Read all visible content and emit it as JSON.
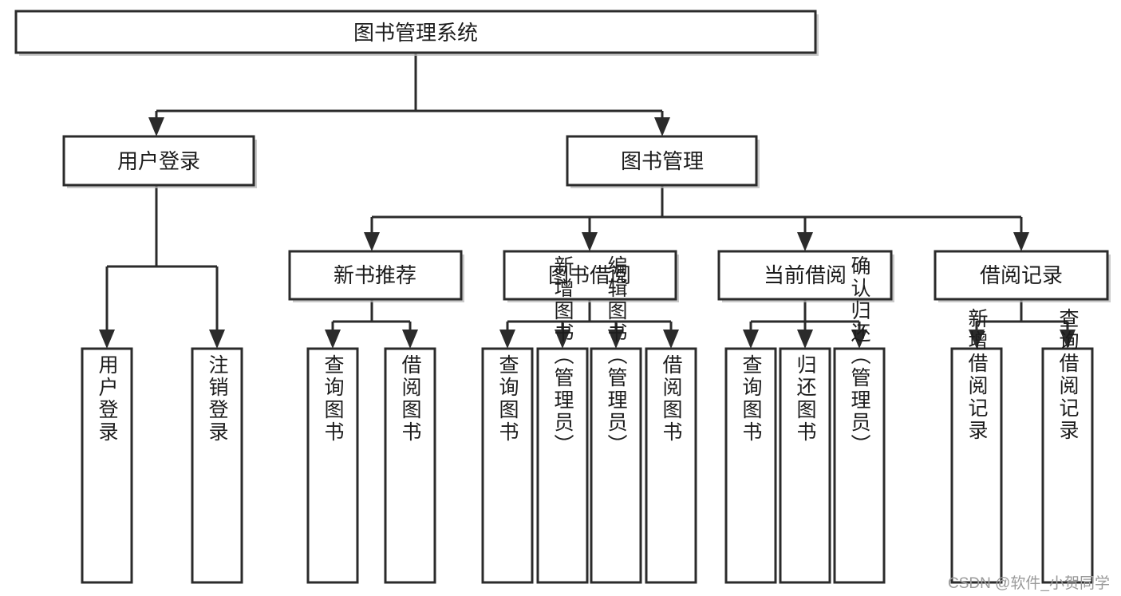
{
  "diagram": {
    "type": "tree-hierarchy",
    "title": "图书管理系统",
    "watermark": "CSDN @软件_小贺同学",
    "colors": {
      "background": "#ffffff",
      "box_fill": "#ffffff",
      "box_stroke": "#2b2b2b",
      "connector": "#2b2b2b",
      "text": "#1c1c1c",
      "shadow": "#b8b8b8",
      "watermark_text": "#9a9a9a"
    },
    "root": {
      "label": "图书管理系统"
    },
    "level1": [
      {
        "label": "用户登录"
      },
      {
        "label": "图书管理"
      }
    ],
    "level2": [
      {
        "label": "新书推荐"
      },
      {
        "label": "图书借阅"
      },
      {
        "label": "当前借阅"
      },
      {
        "label": "借阅记录"
      }
    ],
    "leaves": {
      "user_login": [
        {
          "label": "用户登录"
        },
        {
          "label": "注销登录"
        }
      ],
      "new_book_recommend": [
        {
          "label": "查询图书"
        },
        {
          "label": "借阅图书"
        }
      ],
      "book_borrow": [
        {
          "label": "查询图书"
        },
        {
          "label": "新增图书（管理员）"
        },
        {
          "label": "编辑图书（管理员）"
        },
        {
          "label": "借阅图书"
        }
      ],
      "current_borrow": [
        {
          "label": "查询图书"
        },
        {
          "label": "归还图书"
        },
        {
          "label": "确认归还（管理员）"
        }
      ],
      "borrow_record": [
        {
          "label": "新增借阅记录"
        },
        {
          "label": "查询借阅记录"
        }
      ]
    }
  }
}
